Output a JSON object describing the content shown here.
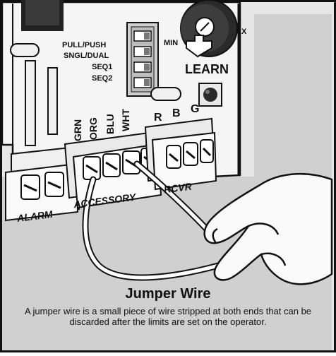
{
  "dip_switch_labels": [
    "PULL/PUSH",
    "SNGL/DUAL",
    "SEQ1",
    "SEQ2"
  ],
  "dial": {
    "min_label": "MIN",
    "max_label_partial": "AX"
  },
  "learn_label": "LEARN",
  "accessory_wire_labels": [
    "GRN",
    "ORG",
    "BLU",
    "WHT"
  ],
  "rcvr_terminal_labels": [
    "R",
    "B",
    "G"
  ],
  "terminal_block_labels": {
    "alarm": "ALARM",
    "accessory": "ACCESSORY",
    "rcvr": "RCVR"
  },
  "caption": {
    "title": "Jumper Wire",
    "body": "A jumper wire is a small piece of wire stripped at both ends that can be discarded after the limits are set on the operator."
  }
}
